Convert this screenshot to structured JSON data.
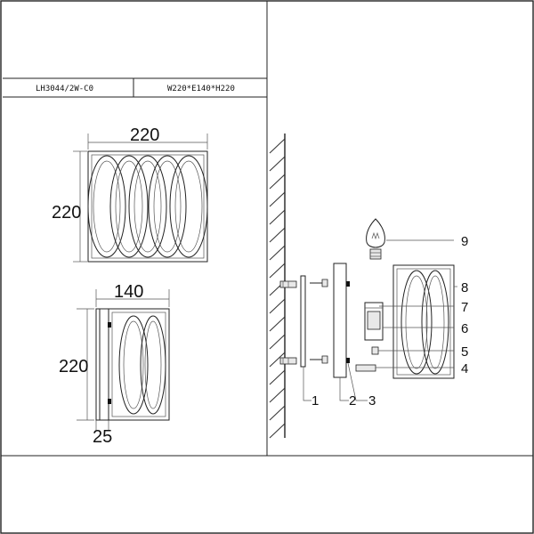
{
  "header": {
    "model_code": "LH3044/2W-C0",
    "size_spec": "W220*E140*H220"
  },
  "front_view": {
    "width_label": "220",
    "height_label": "220"
  },
  "side_view": {
    "depth_label": "140",
    "height_label": "220",
    "base_label": "25"
  },
  "parts": [
    "1",
    "2",
    "3",
    "4",
    "5",
    "6",
    "7",
    "8",
    "9"
  ]
}
